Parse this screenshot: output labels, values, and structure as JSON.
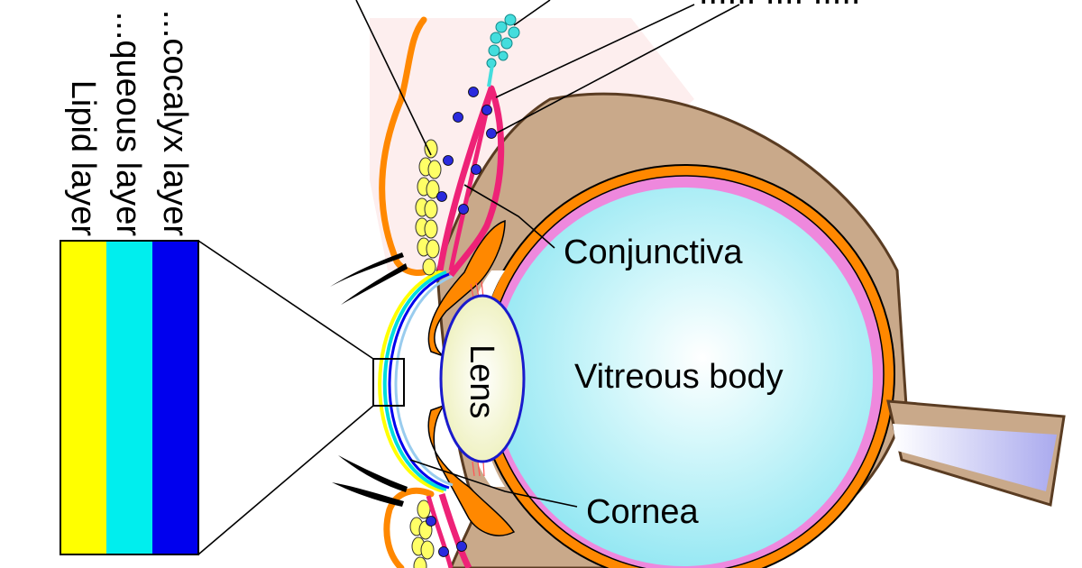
{
  "labels": {
    "conjunctiva": "Conjunctiva",
    "vitreous": "Vitreous body",
    "cornea": "Cornea",
    "lens": "Lens",
    "top_cut": "...... .... ....."
  },
  "tear_film_layers": [
    {
      "name": "Lipid layer",
      "color": "#ffff00"
    },
    {
      "name": "...queous layer",
      "color": "#00eeee"
    },
    {
      "name": "...cocalyx layer",
      "color": "#0000ee"
    }
  ],
  "colors": {
    "sclera": "#c9a98a",
    "choroid": "#ff8800",
    "retina": "#ee88dd",
    "vitreous": "#aef0f7",
    "conjunctiva": "#ee2277",
    "lens": "#f4f5c8",
    "gland": "#55dddd",
    "nerve": "#ccccff"
  }
}
